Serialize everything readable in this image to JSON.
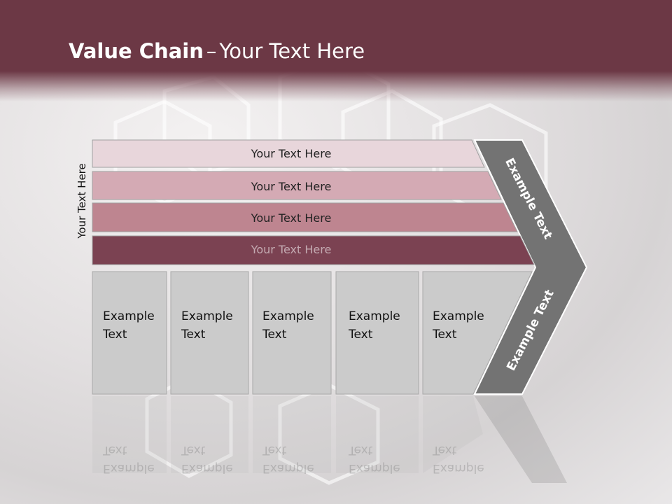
{
  "slide": {
    "title_bold": "Value Chain",
    "title_sep": "–",
    "title_rest": "Your Text Here",
    "side_label": "Your Text Here"
  },
  "bars": [
    {
      "label": "Your Text Here",
      "color": "#e8d6db"
    },
    {
      "label": "Your Text Here",
      "color": "#d4aab4"
    },
    {
      "label": "Your Text Here",
      "color": "#be8590"
    },
    {
      "label": "Your Text Here",
      "color": "#7b4252"
    }
  ],
  "boxes": [
    {
      "line1": "Example",
      "line2": "Text"
    },
    {
      "line1": "Example",
      "line2": "Text"
    },
    {
      "line1": "Example",
      "line2": "Text"
    },
    {
      "line1": "Example",
      "line2": "Text"
    },
    {
      "line1": "Example",
      "line2": "Text"
    }
  ],
  "chevron": {
    "upper_label": "Example Text",
    "lower_label": "Example Text",
    "color": "#737373"
  },
  "colors": {
    "header": "#6c3845",
    "box_fill": "#cbcbcb",
    "box_border": "#a8a8a8"
  }
}
